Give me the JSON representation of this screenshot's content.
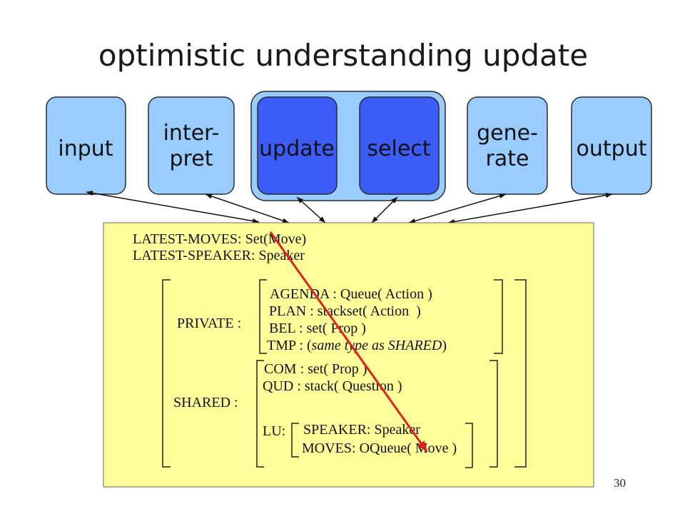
{
  "slide": {
    "title": "optimistic understanding update",
    "page_number": "30"
  },
  "colors": {
    "module_light": "#99ccff",
    "module_dark": "#3b5cf7",
    "container": "#99ccff",
    "info_state": "#ffff99",
    "annotation_arrow": "#e3211c"
  },
  "modules": {
    "input": {
      "lines": [
        "input"
      ]
    },
    "interpret": {
      "lines": [
        "inter-",
        "pret"
      ]
    },
    "update": {
      "lines": [
        "update"
      ]
    },
    "select": {
      "lines": [
        "select"
      ]
    },
    "generate": {
      "lines": [
        "gene-",
        "rate"
      ]
    },
    "output": {
      "lines": [
        "output"
      ]
    }
  },
  "info_state": {
    "latest_moves": "LATEST-MOVES: Set(Move)",
    "latest_speaker": "LATEST-SPEAKER: Speaker",
    "private": {
      "label": "PRIVATE :",
      "agenda": "AGENDA : Queue( Action )",
      "plan": "PLAN : stackset( Action  )",
      "bel": "BEL : set( Prop )",
      "tmp_prefix": "TMP : (",
      "tmp_italic": "same type as SHARED",
      "tmp_suffix": ")"
    },
    "shared": {
      "label": "SHARED :",
      "com": "COM : set( Prop )",
      "qud": "QUD : stack( Question )",
      "lu": {
        "label": "LU:",
        "speaker": "SPEAKER: Speaker",
        "moves": "MOVES: OQueue( Move )"
      }
    }
  }
}
